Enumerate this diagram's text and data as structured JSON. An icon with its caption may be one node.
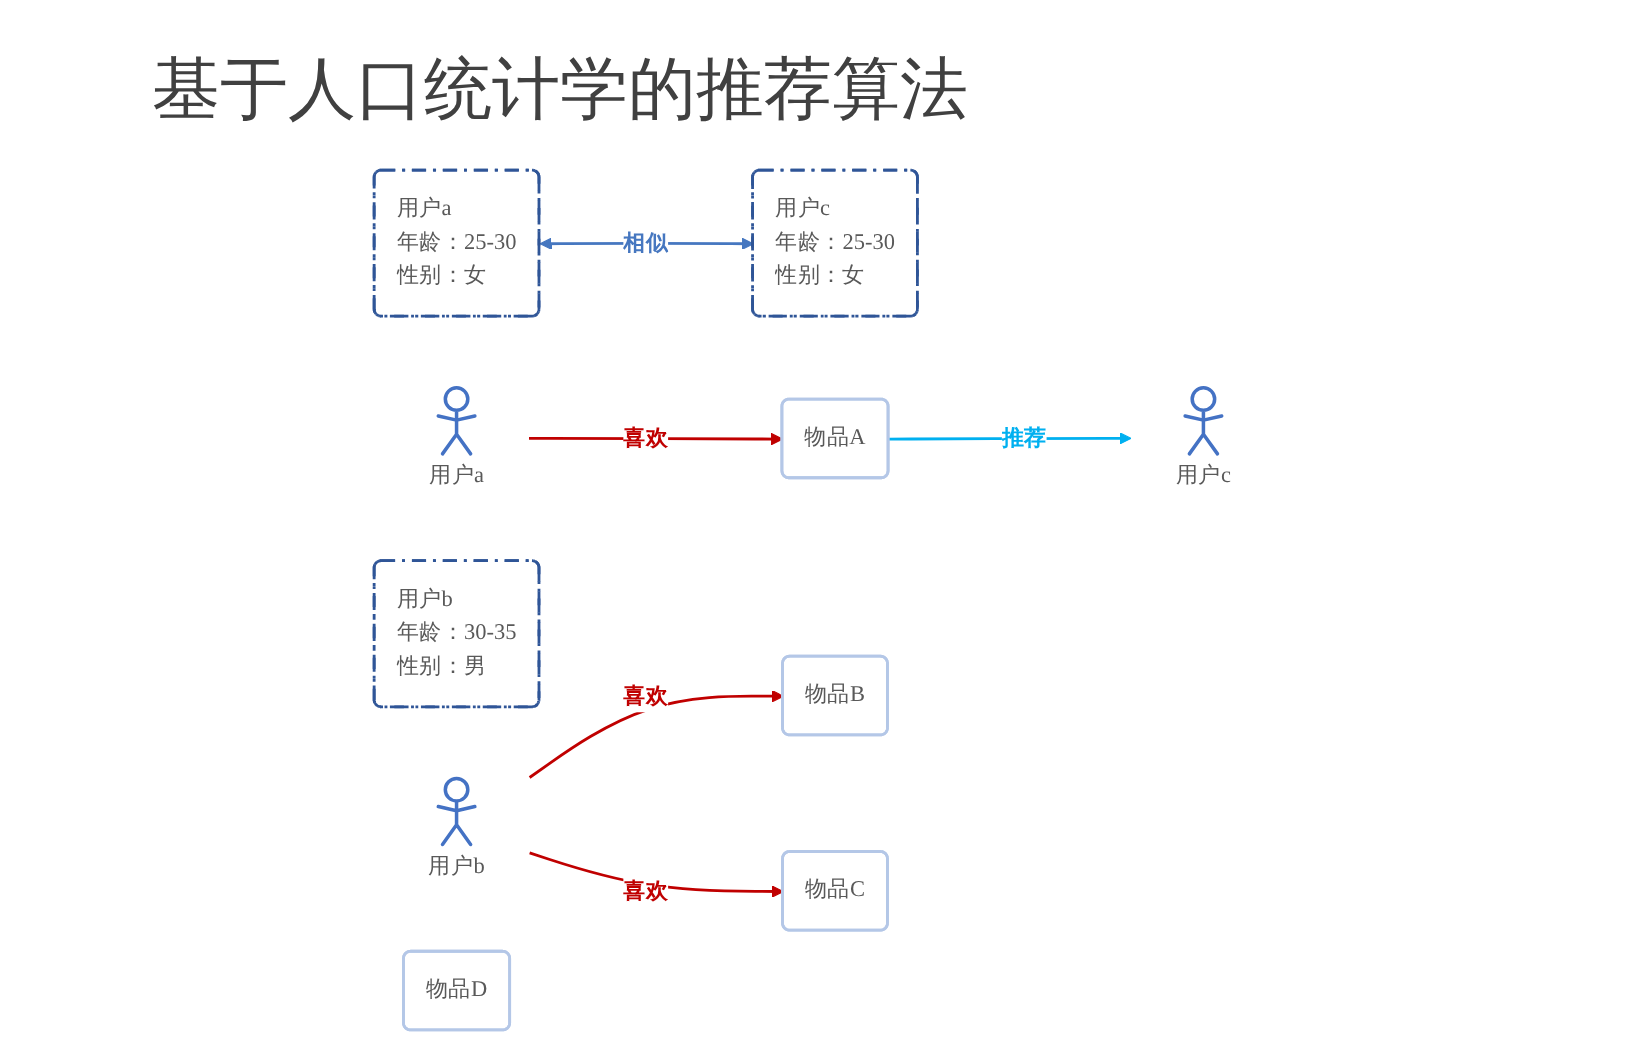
{
  "diagram": {
    "title": "基于人口统计学的推荐算法",
    "nodes": [
      {
        "text": [
          "用户a",
          "年龄：25-30",
          "性别：女"
        ]
      },
      {
        "text": [
          "用户a"
        ]
      },
      {
        "text": [
          "用户b",
          "年龄：30-35",
          "性别：男"
        ]
      },
      {
        "text": [
          "用户b"
        ]
      },
      {
        "text": [
          "用户c",
          "年龄：25-30",
          "性别：女"
        ]
      },
      {
        "text": [
          "用户c"
        ]
      },
      {
        "text": [
          "物品A"
        ]
      },
      {
        "text": [
          "物品B"
        ]
      },
      {
        "text": [
          "物品C"
        ]
      },
      {
        "text": [
          "物品D"
        ]
      }
    ],
    "edges": [
      {
        "from": 0,
        "to": 4,
        "arrow": "both",
        "label": "相似",
        "color": "#4677c0"
      },
      {
        "from": 1,
        "to": 6,
        "arrow": "to",
        "label": "喜欢"
      },
      {
        "from": 3,
        "to": 7,
        "arrow": "to",
        "label": "喜欢"
      },
      {
        "from": 3,
        "to": 8,
        "arrow": "to",
        "label": "喜欢"
      },
      {
        "from": 6,
        "to": 5,
        "arrow": "to",
        "label": "推荐",
        "color": "#00b0f0"
      }
    ]
  }
}
